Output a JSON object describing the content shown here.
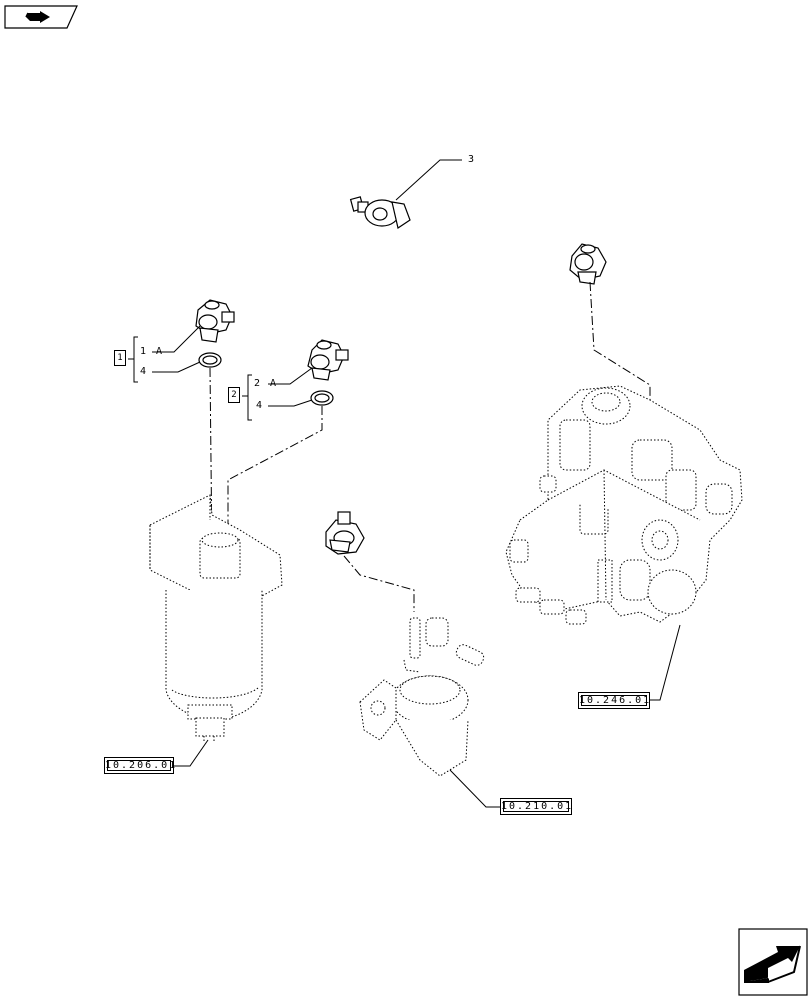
{
  "callouts": {
    "part3": "3",
    "group1": {
      "index": "1",
      "item_a": "1 A",
      "item_b": "4"
    },
    "group2": {
      "index": "2",
      "item_a": "2 A",
      "item_b": "4"
    }
  },
  "references": {
    "fuel_filter": "10.206.01",
    "feed_pump": "10.210.01",
    "injection_pump": "10.246.01"
  },
  "icons": {
    "top_left": "previous-page-icon",
    "bottom_right": "next-page-icon"
  }
}
